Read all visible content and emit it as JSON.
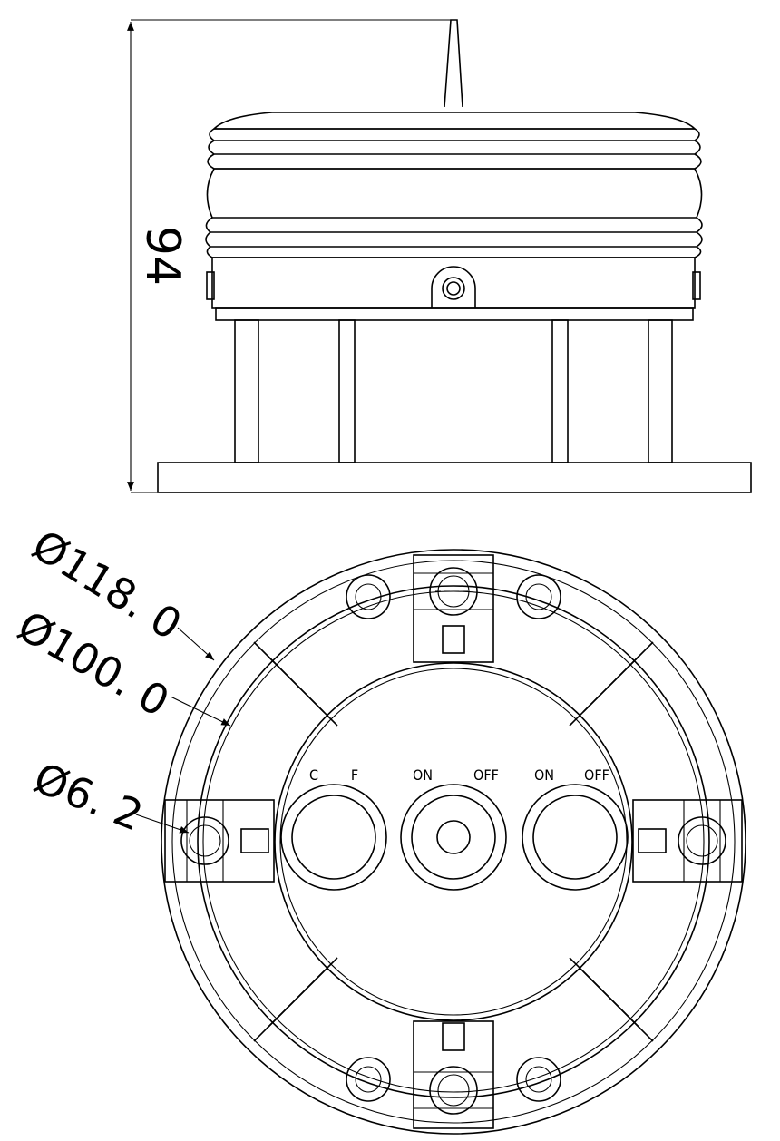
{
  "dimensions": {
    "height": "94",
    "outer_diameter": "Ø118. 0",
    "bolt_circle": "Ø100. 0",
    "hole": "Ø6. 2"
  },
  "switch_labels": {
    "left_c": "C",
    "left_f": "F",
    "mid_on": "ON",
    "mid_off": "OFF",
    "right_on": "ON",
    "right_off": "OFF"
  }
}
